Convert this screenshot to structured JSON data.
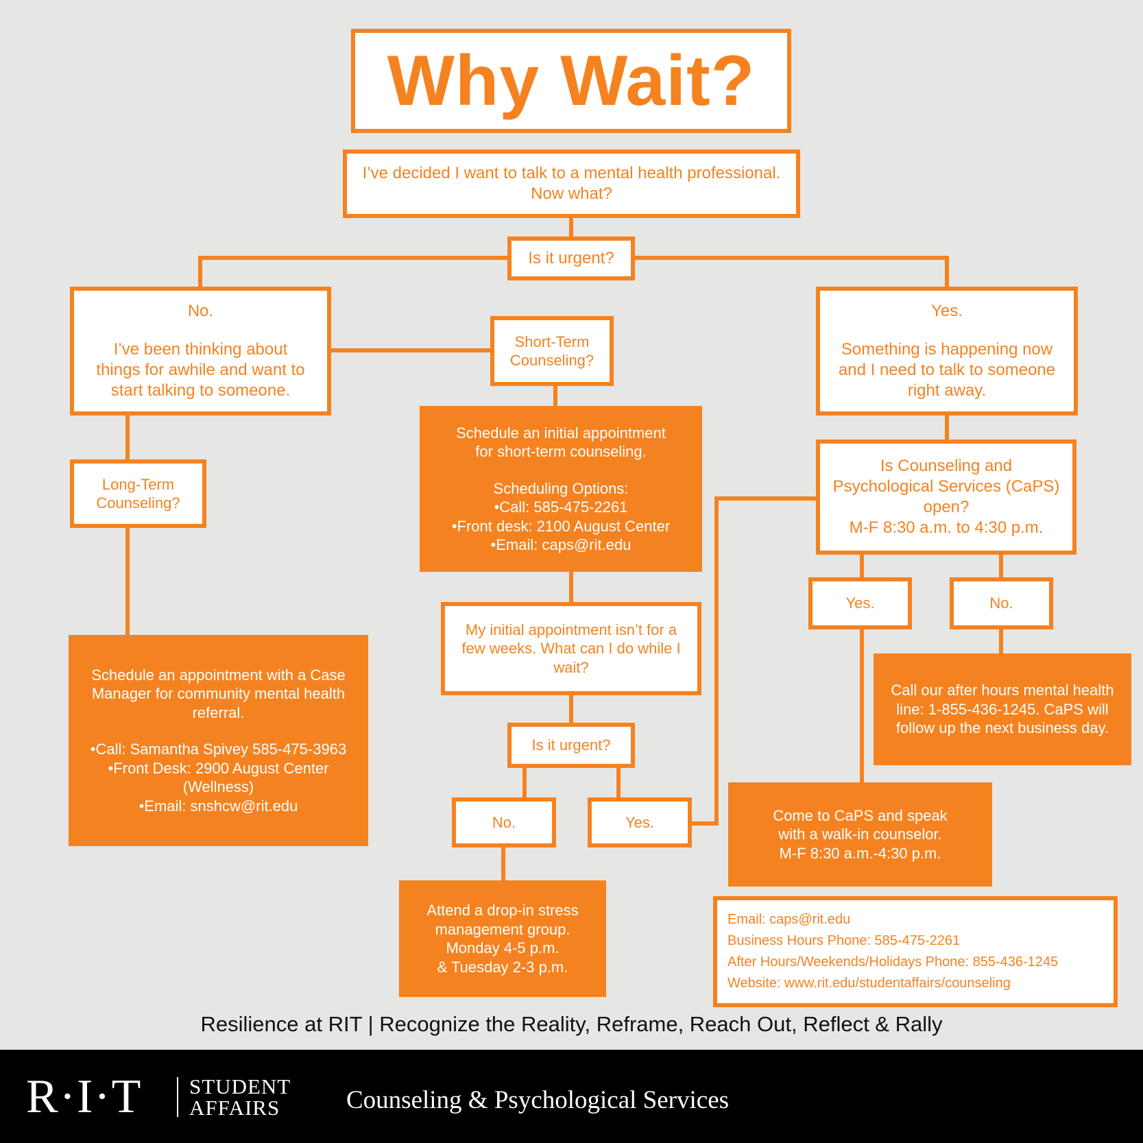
{
  "title": "Why Wait?",
  "start": [
    "I’ve decided I want to talk to a mental health professional.",
    "Now what?"
  ],
  "urgent_question": "Is it urgent?",
  "no_branch": [
    "No.",
    "",
    "I’ve been thinking about",
    "things for awhile and want to",
    "start talking to someone."
  ],
  "yes_branch": [
    "Yes.",
    "",
    "Something is happening now",
    "and I need to talk to someone",
    "right away."
  ],
  "short_term_question": [
    "Short-Term",
    "Counseling?"
  ],
  "long_term_question": [
    "Long-Term",
    "Counseling?"
  ],
  "short_term_schedule": [
    "Schedule an initial appointment",
    "for short-term counseling.",
    "",
    "Scheduling Options:",
    "•Call: 585-475-2261",
    "•Front desk: 2100 August Center",
    "•Email: caps@rit.edu"
  ],
  "case_manager": [
    "Schedule an appointment with a Case",
    "Manager for community mental health",
    "referral.",
    "",
    "•Call: Samantha Spivey 585-475-3963",
    "•Front Desk: 2900 August Center",
    "(Wellness)",
    "•Email: snshcw@rit.edu"
  ],
  "wait_question": [
    "My initial appointment isn’t for a",
    "few weeks. What can I do while I",
    "wait?"
  ],
  "urgent_question_2": "Is it urgent?",
  "no_2": "No.",
  "yes_2": "Yes.",
  "drop_in": [
    "Attend a drop-in stress",
    "management group.",
    "Monday 4-5 p.m.",
    "& Tuesday 2-3 p.m."
  ],
  "caps_open_question": [
    "Is Counseling and",
    "Psychological Services (CaPS)",
    "open?",
    "M-F 8:30 a.m. to 4:30 p.m."
  ],
  "caps_yes": "Yes.",
  "caps_no": "No.",
  "after_hours": [
    "Call our after hours mental health",
    "line: 1-855-436-1245. CaPS will",
    "follow up the next business day."
  ],
  "walk_in": [
    "Come to CaPS and speak",
    "with a walk-in counselor.",
    "M-F 8:30 a.m.-4:30 p.m."
  ],
  "contact": [
    "Email: caps@rit.edu",
    "Business Hours Phone: 585-475-2261",
    "After Hours/Weekends/Holidays Phone: 855-436-1245",
    "Website: www.rit.edu/studentaffairs/counseling"
  ],
  "tagline": "Resilience at RIT | Recognize the Reality, Reframe, Reach Out, Reflect & Rally",
  "footer": {
    "logo": "R·I·T",
    "student": "STUDENT",
    "affairs": "AFFAIRS",
    "department": "Counseling & Psychological Services"
  },
  "colors": {
    "orange": "#f58220",
    "background": "#e6e6e4",
    "footer": "#000000",
    "white": "#ffffff"
  }
}
